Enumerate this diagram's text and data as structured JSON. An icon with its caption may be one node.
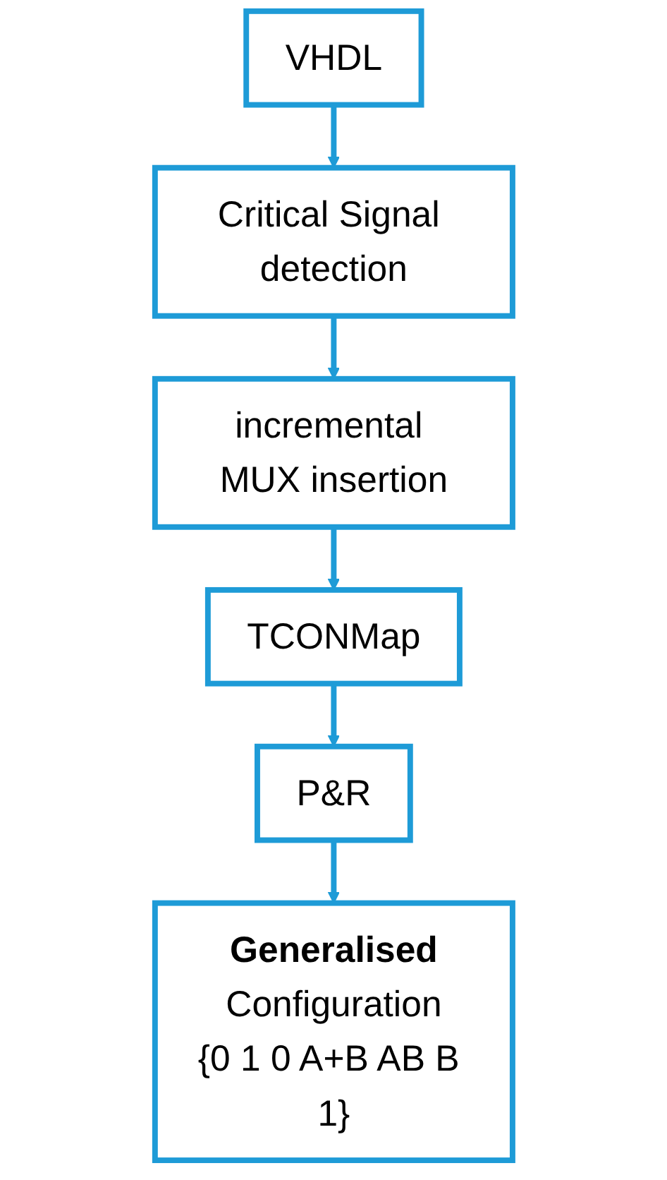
{
  "diagram": {
    "nodes": [
      {
        "text": [
          "VHDL"
        ]
      },
      {
        "text": [
          "Critical Signal detection"
        ]
      },
      {
        "text": [
          "incremental MUX insertion"
        ]
      },
      {
        "text": [
          "TCONMap"
        ]
      },
      {
        "text": [
          "P&R"
        ]
      },
      {
        "text": [
          "Generalised",
          "Configuration",
          "{0 1 0 A+B AB B 1}"
        ]
      }
    ],
    "edges": [
      {
        "from": 0,
        "to": 1,
        "arrow": "to"
      },
      {
        "from": 1,
        "to": 2,
        "arrow": "to"
      },
      {
        "from": 2,
        "to": 3,
        "arrow": "to"
      },
      {
        "from": 3,
        "to": 4,
        "arrow": "to"
      },
      {
        "from": 4,
        "to": 5,
        "arrow": "to"
      }
    ]
  }
}
